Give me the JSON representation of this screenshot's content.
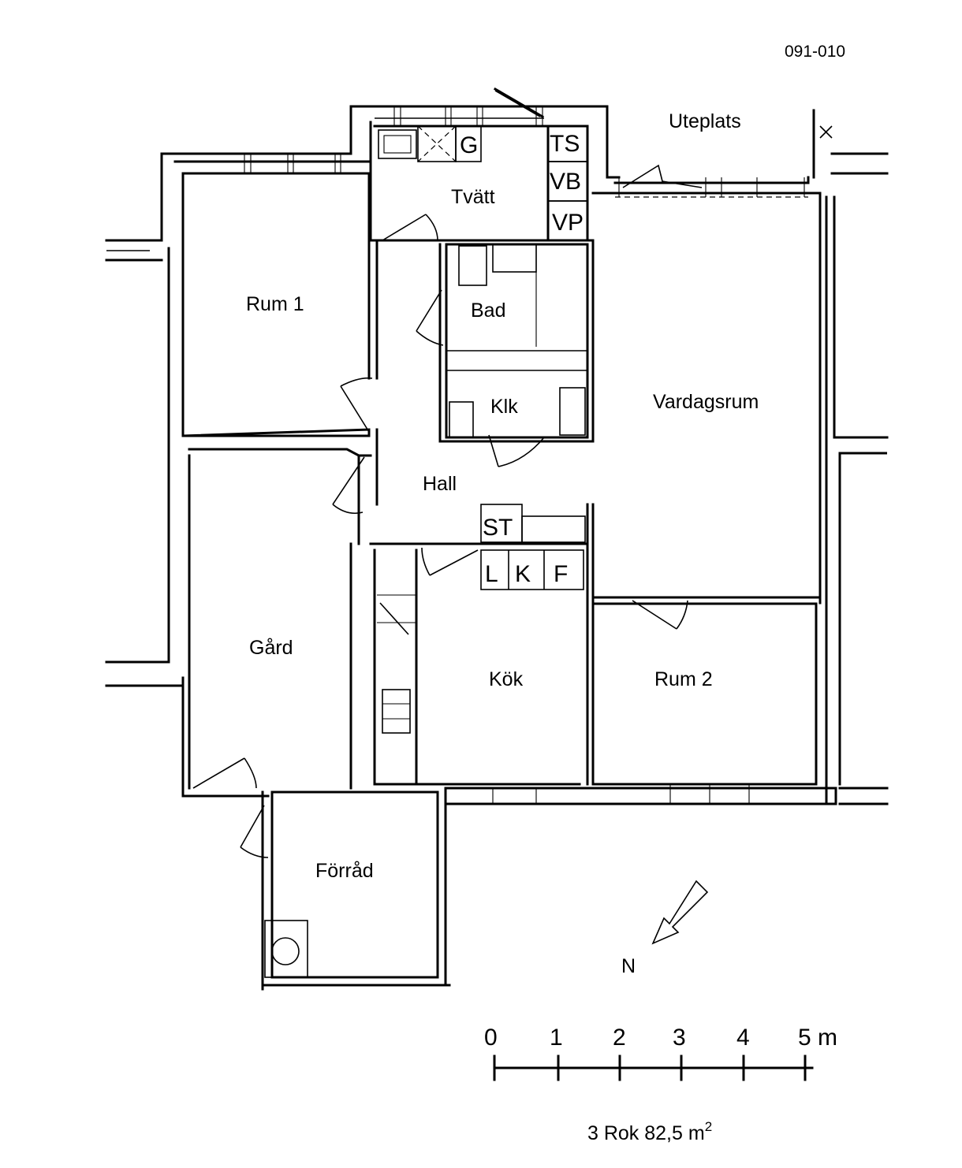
{
  "drawing_number": "091-010",
  "rooms": {
    "uteplats": "Uteplats",
    "tvatt": "Tvätt",
    "rum1": "Rum 1",
    "bad": "Bad",
    "klk": "Klk",
    "vardagsrum": "Vardagsrum",
    "hall": "Hall",
    "gard": "Gård",
    "kok": "Kök",
    "rum2": "Rum 2",
    "forrad": "Förråd"
  },
  "fixtures": {
    "g": "G",
    "ts": "TS",
    "vb": "VB",
    "vp": "VP",
    "st": "ST",
    "l": "L",
    "k": "K",
    "f": "F"
  },
  "north_label": "N",
  "scale_bar": {
    "ticks": [
      "0",
      "1",
      "2",
      "3",
      "4",
      "5 m"
    ]
  },
  "area": {
    "prefix": "3 Rok 82,5 m",
    "exponent": "2"
  }
}
